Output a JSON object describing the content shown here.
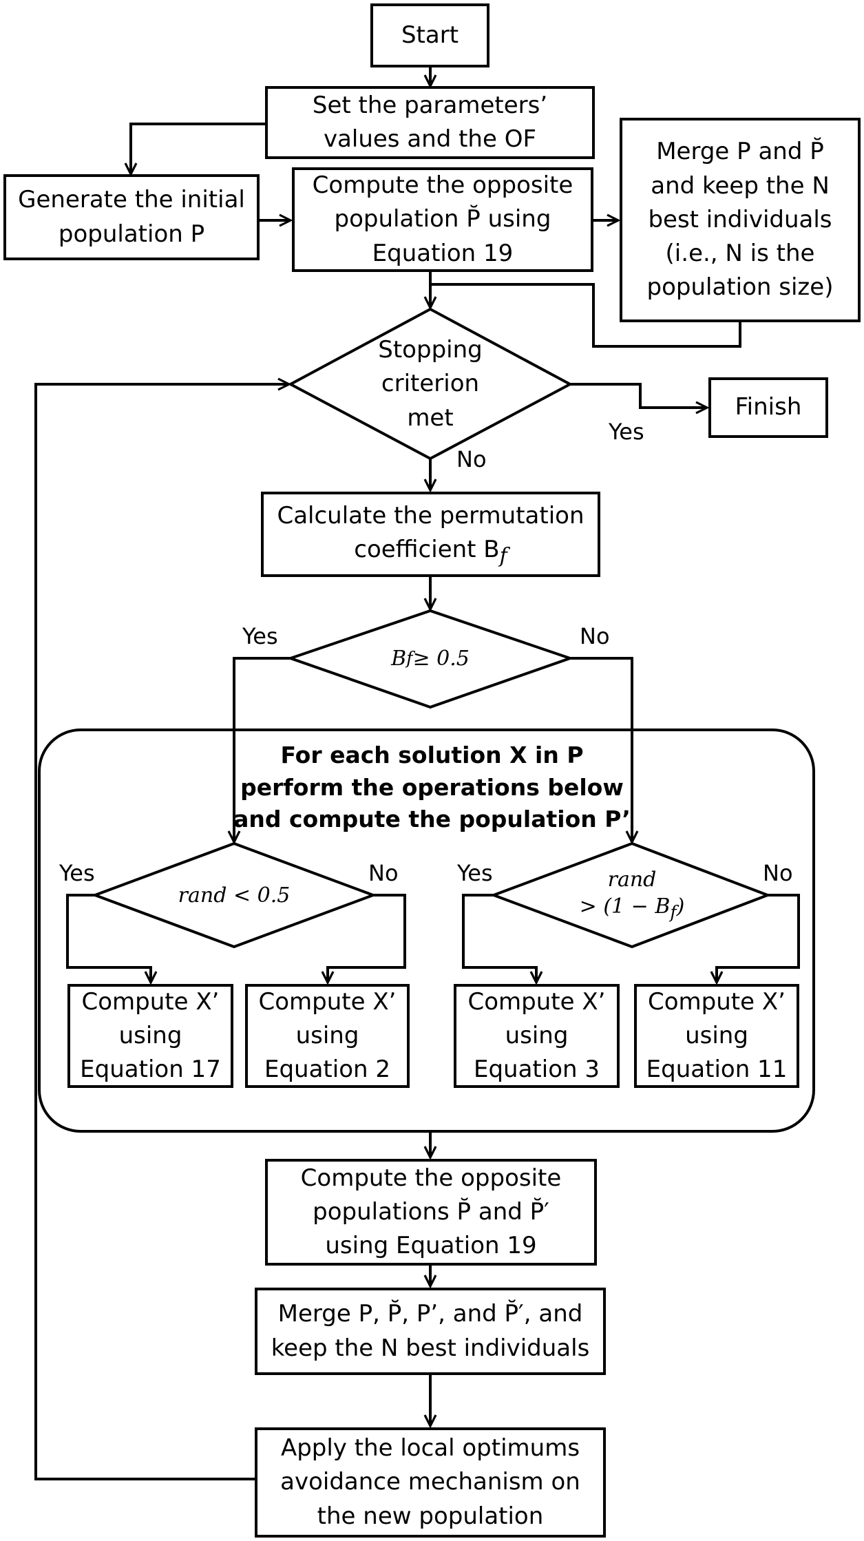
{
  "nodes": {
    "start": "Start",
    "set_params": "Set the parameters’\nvalues and the OF",
    "generate": "Generate the initial\npopulation P",
    "compute_opposite": "Compute the opposite\npopulation P̆ using\nEquation 19",
    "merge_initial": "Merge P and P̆\nand keep the N\nbest individuals\n(i.e., N is the\npopulation size)",
    "stopping": "Stopping\ncriterion\nmet",
    "finish": "Finish",
    "calc_bf": "Calculate the permutation\ncoefficient B",
    "calc_bf_sub": "f",
    "bf_decision": "B",
    "bf_decision_sub": "f",
    "bf_decision_rest": " ≥ 0.5",
    "group_title": "For each solution X in P\nperform the operations below\nand compute the population P’",
    "rand_lt": "rand < 0.5",
    "rand_gt_line1": "rand",
    "rand_gt_line2": "> (1 − B",
    "rand_gt_sub": "f",
    "rand_gt_close": ")",
    "eq17": "Compute X’\nusing\nEquation 17",
    "eq2": "Compute X’\nusing\nEquation 2",
    "eq3": "Compute X’\nusing\nEquation 3",
    "eq11": "Compute X’\nusing\nEquation 11",
    "opposite2": "Compute the opposite\npopulations P̆ and P̆′\nusing Equation 19",
    "merge_all": "Merge P, P̆, P’, and P̆′, and\nkeep the N best individuals",
    "local_opt": "Apply the local optimums\navoidance mechanism on\nthe new population"
  },
  "edge_labels": {
    "stop_yes": "Yes",
    "stop_no": "No",
    "bf_yes": "Yes",
    "bf_no": "No",
    "rand_lt_yes": "Yes",
    "rand_lt_no": "No",
    "rand_gt_yes": "Yes",
    "rand_gt_no": "No"
  },
  "colors": {
    "stroke": "#000000",
    "fill": "#ffffff"
  }
}
